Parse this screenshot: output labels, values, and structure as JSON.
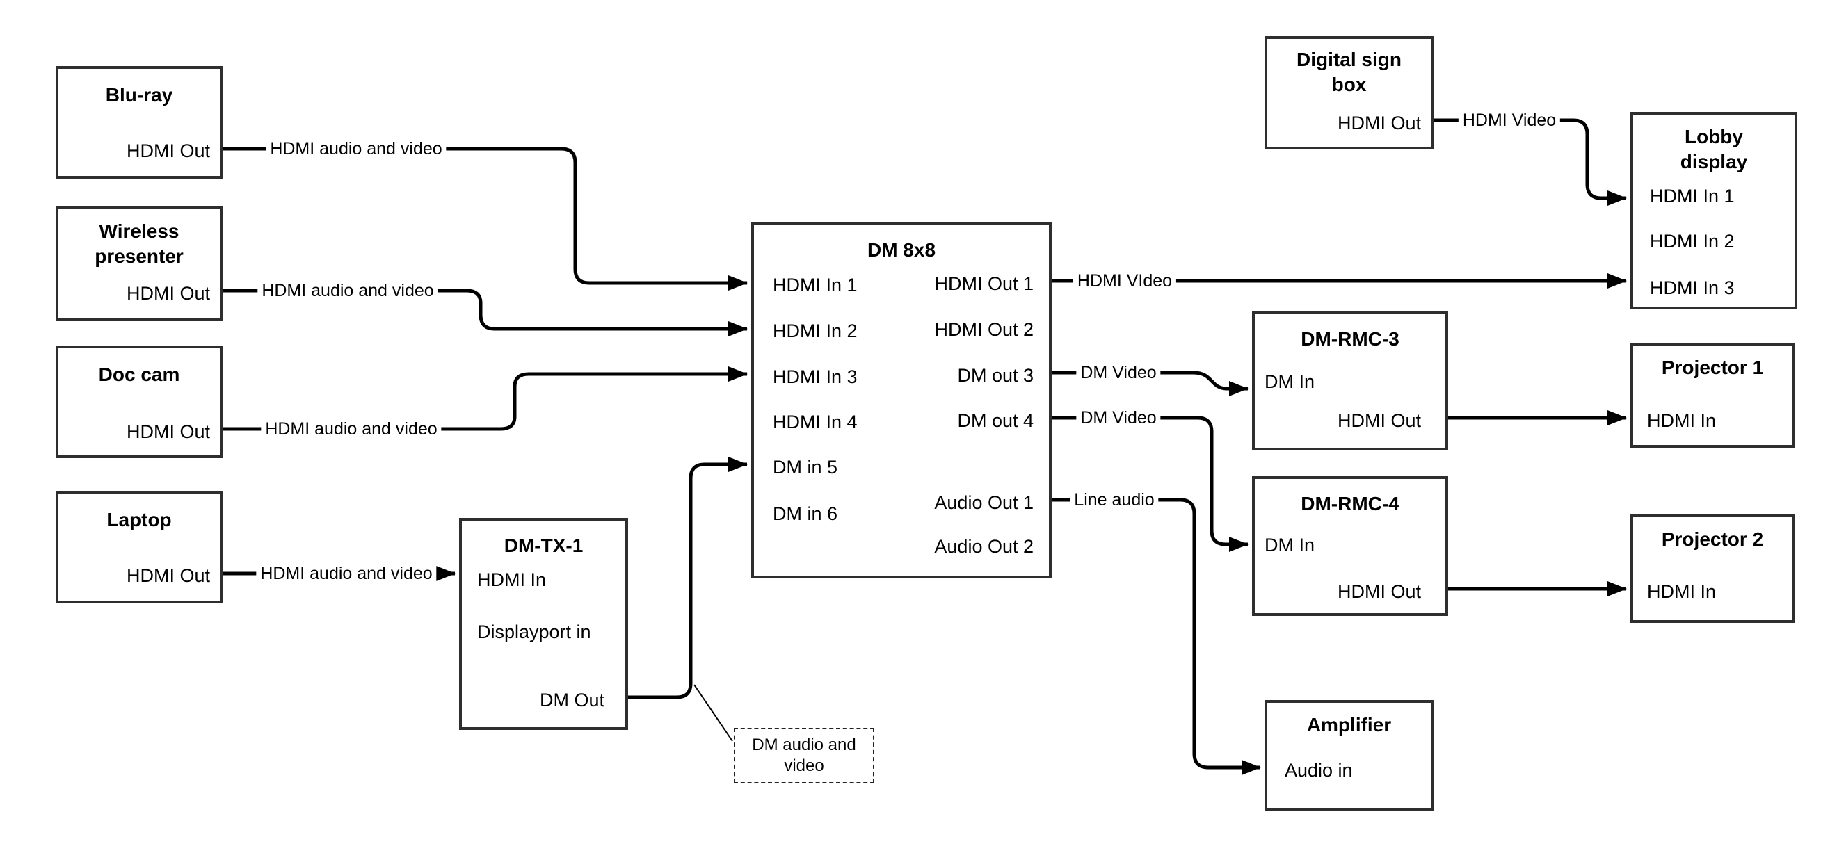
{
  "colors": {
    "background": "#ffffff",
    "box_border": "#2e2e2e",
    "wire": "#000000",
    "text": "#000000"
  },
  "devices": {
    "bluray": {
      "title": "Blu-ray",
      "ports": {
        "hdmi_out": "HDMI Out"
      }
    },
    "wireless": {
      "title": "Wireless presenter",
      "ports": {
        "hdmi_out": "HDMI Out"
      }
    },
    "doc_cam": {
      "title": "Doc cam",
      "ports": {
        "hdmi_out": "HDMI Out"
      }
    },
    "laptop": {
      "title": "Laptop",
      "ports": {
        "hdmi_out": "HDMI Out"
      }
    },
    "dm_tx_1": {
      "title": "DM-TX-1",
      "ports": {
        "hdmi_in": "HDMI In",
        "displayport_in": "Displayport in",
        "dm_out": "DM Out"
      }
    },
    "dm_8x8": {
      "title": "DM 8x8",
      "ports": {
        "hdmi_in_1": "HDMI In 1",
        "hdmi_in_2": "HDMI In 2",
        "hdmi_in_3": "HDMI In 3",
        "hdmi_in_4": "HDMI In 4",
        "dm_in_5": "DM in 5",
        "dm_in_6": "DM in 6",
        "hdmi_out_1": "HDMI Out 1",
        "hdmi_out_2": "HDMI Out 2",
        "dm_out_3": "DM out 3",
        "dm_out_4": "DM out 4",
        "audio_out_1": "Audio Out 1",
        "audio_out_2": "Audio Out 2"
      }
    },
    "digital_sign_box": {
      "title": "Digital sign box",
      "ports": {
        "hdmi_out": "HDMI Out"
      }
    },
    "lobby_display": {
      "title": "Lobby display",
      "ports": {
        "hdmi_in_1": "HDMI In 1",
        "hdmi_in_2": "HDMI In 2",
        "hdmi_in_3": "HDMI In 3"
      }
    },
    "dm_rmc_3": {
      "title": "DM-RMC-3",
      "ports": {
        "dm_in": "DM In",
        "hdmi_out": "HDMI Out"
      }
    },
    "projector_1": {
      "title": "Projector 1",
      "ports": {
        "hdmi_in": "HDMI In"
      }
    },
    "dm_rmc_4": {
      "title": "DM-RMC-4",
      "ports": {
        "dm_in": "DM In",
        "hdmi_out": "HDMI Out"
      }
    },
    "projector_2": {
      "title": "Projector 2",
      "ports": {
        "hdmi_in": "HDMI In"
      }
    },
    "amplifier": {
      "title": "Amplifier",
      "ports": {
        "audio_in": "Audio in"
      }
    }
  },
  "cable_labels": {
    "bluray_to_dm8x8": "HDMI audio and video",
    "wireless_to_dm8x8": "HDMI audio and video",
    "doccam_to_dm8x8": "HDMI audio and video",
    "laptop_to_dmtx1": "HDMI audio and video",
    "hdmi_out_1_to_lobby": "HDMI VIdeo",
    "dm_out_3_to_rmc3": "DM Video",
    "dm_out_4_to_rmc4": "DM Video",
    "audio_out_1_to_amp": "Line audio",
    "digital_sign_to_lobby": "HDMI Video"
  },
  "note": {
    "text": "DM audio and video"
  }
}
